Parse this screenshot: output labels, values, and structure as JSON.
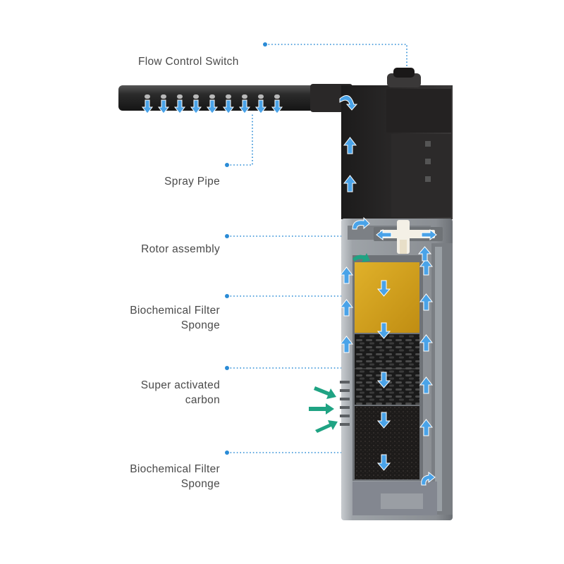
{
  "colors": {
    "label_text": "#4a4a4a",
    "leader_dot": "#2a8bd6",
    "housing_dark": "#2a2828",
    "housing_grey": "#8f9296",
    "sponge_yellow": "#d4a017",
    "carbon_dark": "#1c1c1c",
    "flow_arrow": "#4aa3e8",
    "intake_arrow": "#1fa383"
  },
  "labels": {
    "flow_control_switch": "Flow  Control  Switch",
    "spray_pipe": "Spray Pipe",
    "rotor_assembly": "Rotor assembly",
    "bio_sponge_top_1": "Biochemical Filter",
    "bio_sponge_top_2": "Sponge",
    "carbon_1": "Super activated",
    "carbon_2": "carbon",
    "bio_sponge_bottom_1": "Biochemical Filter",
    "bio_sponge_bottom_2": "Sponge"
  }
}
